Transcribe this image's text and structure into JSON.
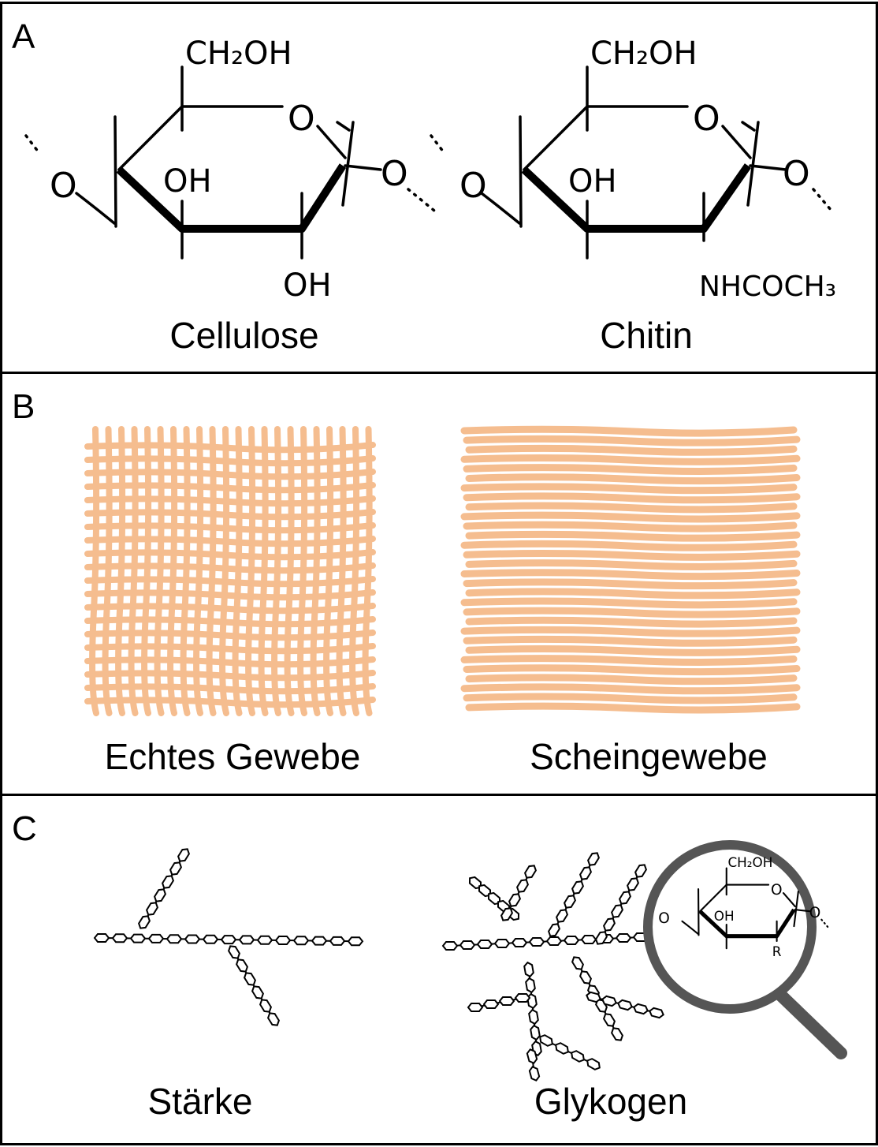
{
  "panels": {
    "a": {
      "letter": "A",
      "left": {
        "caption": "Cellulose",
        "top_group": "CH₂OH",
        "ring_oxygen": "O",
        "right_oxygen": "O",
        "left_oxygen": "O",
        "inner_group": "OH",
        "bottom_group": "OH"
      },
      "right": {
        "caption": "Chitin",
        "top_group": "CH₂OH",
        "ring_oxygen": "O",
        "right_oxygen": "O",
        "left_oxygen": "O",
        "inner_group": "OH",
        "bottom_group": "NHCOCH₃"
      }
    },
    "b": {
      "letter": "B",
      "left_caption": "Echtes Gewebe",
      "right_caption": "Scheingewebe",
      "fiber_color": "#f5bd8f"
    },
    "c": {
      "letter": "C",
      "left_caption": "Stärke",
      "right_caption": "Glykogen",
      "magnifier": {
        "top_group": "CH₂OH",
        "ring_oxygen": "O",
        "right_oxygen": "O",
        "left_oxygen": "O",
        "inner_group": "OH",
        "bottom_group": "R"
      },
      "lens_color": "#555555"
    }
  }
}
